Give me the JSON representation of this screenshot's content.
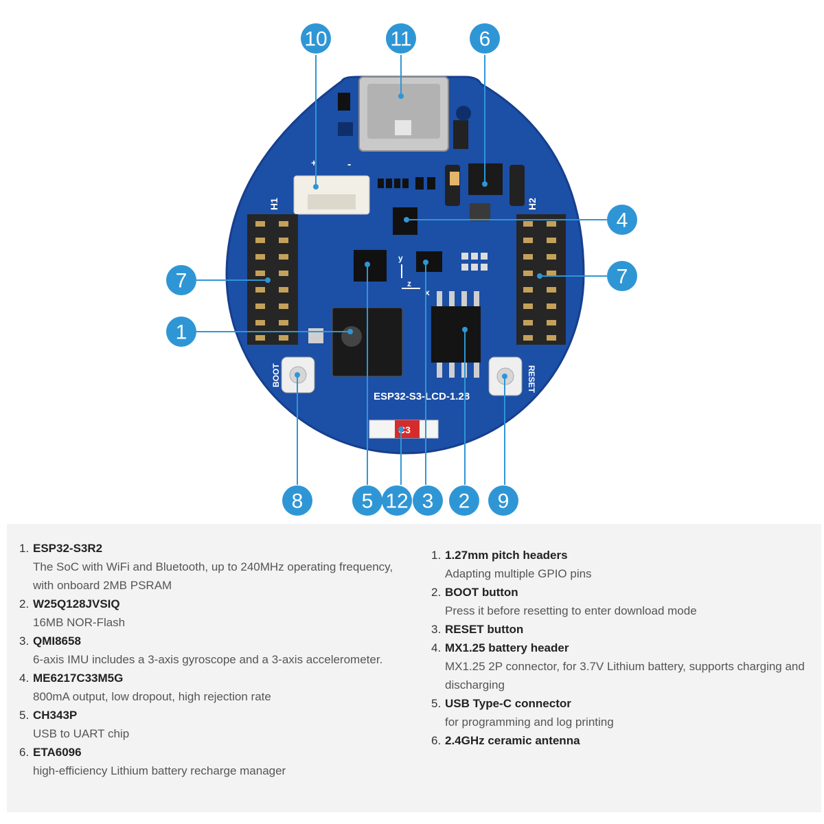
{
  "callouts": [
    "1",
    "2",
    "3",
    "4",
    "5",
    "6",
    "7",
    "8",
    "9",
    "10",
    "11",
    "12"
  ],
  "board": {
    "h1": "H1",
    "h2": "H2",
    "boot": "BOOT",
    "reset": "RESET",
    "name": "ESP32-S3-LCD-1.28",
    "antenna": "C3",
    "plus": "+",
    "minus": "-",
    "axis_x": "x",
    "axis_y": "y",
    "axis_z": "z"
  },
  "left_list": [
    {
      "n": "1.",
      "title": "ESP32-S3R2",
      "desc": "The SoC with WiFi and Bluetooth, up to 240MHz operating frequency, with onboard 2MB PSRAM"
    },
    {
      "n": "2.",
      "title": "W25Q128JVSIQ",
      "desc": "16MB NOR-Flash"
    },
    {
      "n": "3.",
      "title": "QMI8658",
      "desc": "6-axis IMU includes a 3-axis gyroscope and a 3-axis accelerometer."
    },
    {
      "n": "4.",
      "title": "ME6217C33M5G",
      "desc": "800mA output, low dropout, high rejection rate"
    },
    {
      "n": "5.",
      "title": "CH343P",
      "desc": "USB to UART chip"
    },
    {
      "n": "6.",
      "title": "ETA6096",
      "desc": "high-efficiency Lithium battery recharge manager"
    }
  ],
  "right_list": [
    {
      "n": "1.",
      "title": "1.27mm pitch headers",
      "desc": "Adapting multiple GPIO pins"
    },
    {
      "n": "2.",
      "title": "BOOT button",
      "desc": "Press it before resetting to enter download mode"
    },
    {
      "n": "3.",
      "title": "RESET button",
      "desc": ""
    },
    {
      "n": "4.",
      "title": "MX1.25 battery header",
      "desc": "MX1.25 2P connector, for 3.7V Lithium battery, supports charging and discharging"
    },
    {
      "n": "5.",
      "title": "USB Type-C connector",
      "desc": "for programming and log printing"
    },
    {
      "n": "6.",
      "title": "2.4GHz ceramic antenna",
      "desc": ""
    }
  ],
  "colors": {
    "callout": "#2f96d6",
    "pcb": "#1c4fa6",
    "pcb_dark": "#153d86",
    "line": "#2f96d6",
    "antenna": "#d62b2b"
  }
}
